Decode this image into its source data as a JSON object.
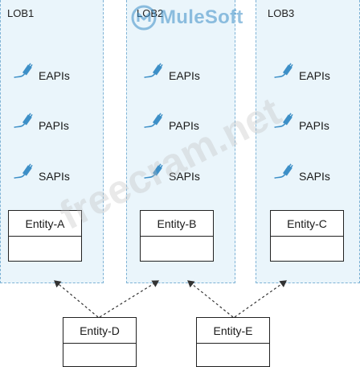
{
  "lobs": [
    {
      "label": "LOB1",
      "apis": [
        "EAPIs",
        "PAPIs",
        "SAPIs"
      ],
      "entity": "Entity-A"
    },
    {
      "label": "LOB2",
      "apis": [
        "EAPIs",
        "PAPIs",
        "SAPIs"
      ],
      "entity": "Entity-B"
    },
    {
      "label": "LOB3",
      "apis": [
        "EAPIs",
        "PAPIs",
        "SAPIs"
      ],
      "entity": "Entity-C"
    }
  ],
  "shared_entities": [
    "Entity-D",
    "Entity-E"
  ],
  "watermark": {
    "brand": "MuleSoft",
    "site": "freecram.net"
  },
  "colors": {
    "lob_fill": "#eaf5fb",
    "lob_border": "#7fb3d6",
    "connector_icon": "#3d8fc7"
  }
}
